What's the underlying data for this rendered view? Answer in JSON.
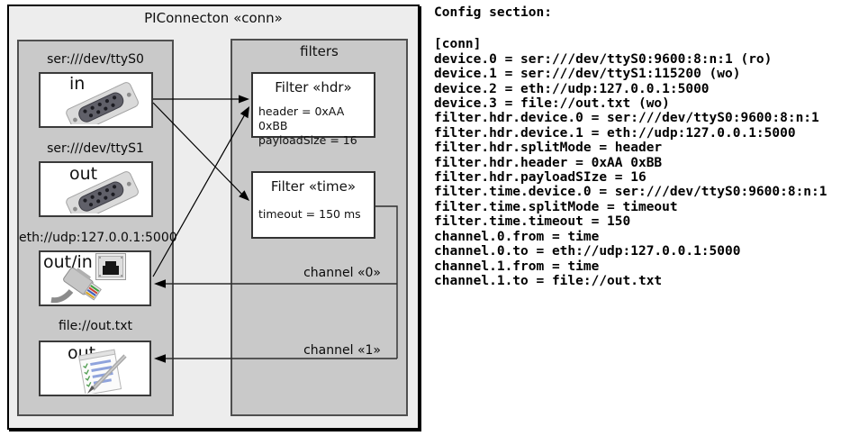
{
  "diagram": {
    "title": "PIConnecton «conn»",
    "filters_panel_title": "filters",
    "devices": [
      {
        "url": "ser:///dev/ttyS0",
        "mode": "in",
        "icon": "serial-port-icon"
      },
      {
        "url": "ser:///dev/ttyS1",
        "mode": "out",
        "icon": "serial-port-icon"
      },
      {
        "url": "eth://udp:127.0.0.1:5000",
        "mode": "out/in",
        "icon": "ethernet-plug-icon"
      },
      {
        "url": "file://out.txt",
        "mode": "out",
        "icon": "notepad-icon"
      }
    ],
    "filters": [
      {
        "title": "Filter «hdr»",
        "properties": [
          "header = 0xAA 0xBB",
          "payloadSize = 16"
        ]
      },
      {
        "title": "Filter «time»",
        "properties": [
          "timeout = 150 ms"
        ]
      }
    ],
    "channels": [
      {
        "label": "channel «0»"
      },
      {
        "label": "channel «1»"
      }
    ],
    "colors": {
      "panel_fill": "#c9c9c9",
      "outer_fill": "#ededed",
      "box_fill": "#ffffff",
      "line": "#000000"
    }
  },
  "config": {
    "heading": "Config section:",
    "lines": [
      "[conn]",
      "device.0 = ser:///dev/ttyS0:9600:8:n:1 (ro)",
      "device.1 = ser:///dev/ttyS1:115200 (wo)",
      "device.2 = eth://udp:127.0.0.1:5000",
      "device.3 = file://out.txt (wo)",
      "filter.hdr.device.0 = ser:///dev/ttyS0:9600:8:n:1",
      "filter.hdr.device.1 = eth://udp:127.0.0.1:5000",
      "filter.hdr.splitMode = header",
      "filter.hdr.header = 0xAA 0xBB",
      "filter.hdr.payloadSIze = 16",
      "filter.time.device.0 = ser:///dev/ttyS0:9600:8:n:1",
      "filter.time.splitMode = timeout",
      "filter.time.timeout = 150",
      "channel.0.from = time",
      "channel.0.to = eth://udp:127.0.0.1:5000",
      "channel.1.from = time",
      "channel.1.to = file://out.txt"
    ]
  }
}
